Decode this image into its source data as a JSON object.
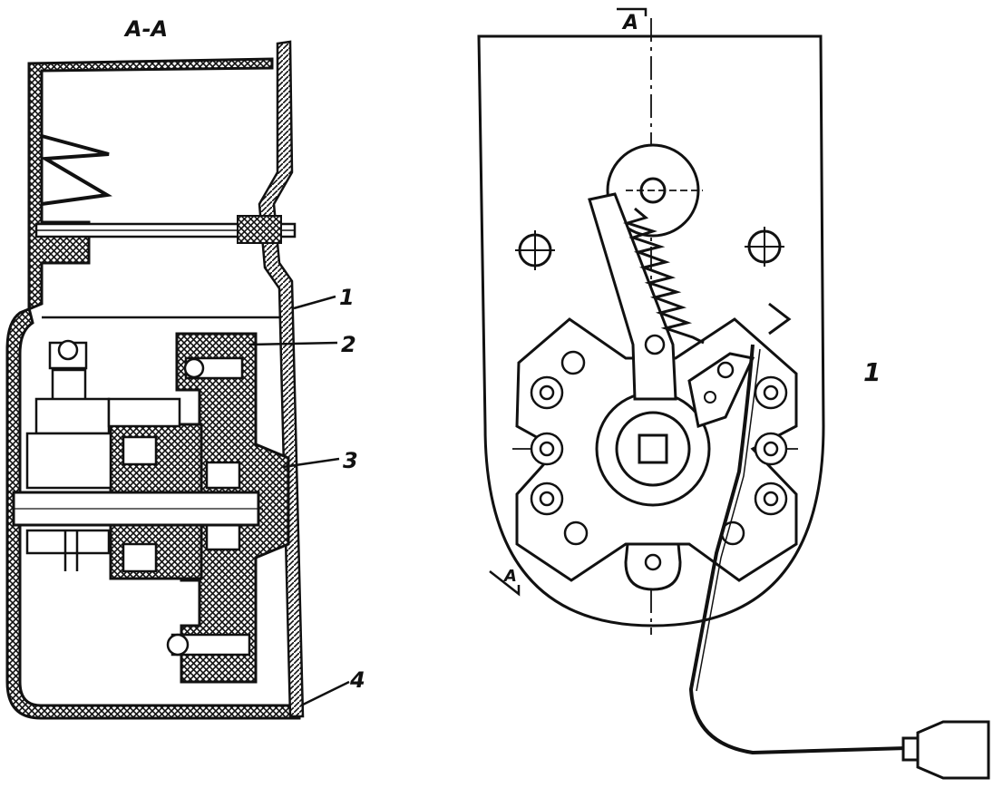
{
  "section_title": "A-A",
  "section_marker_top": "A",
  "section_marker_bottom": "A",
  "callouts": [
    "1",
    "2",
    "3",
    "4"
  ],
  "side_mark": "1",
  "colors": {
    "ink": "#111111",
    "paper": "#ffffff"
  }
}
